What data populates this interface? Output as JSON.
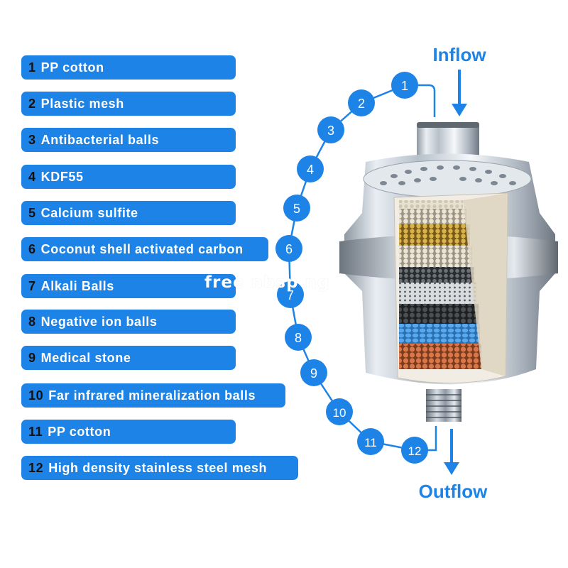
{
  "layers": [
    {
      "num": "1",
      "name": "PP cotton"
    },
    {
      "num": "2",
      "name": "Plastic mesh"
    },
    {
      "num": "3",
      "name": "Antibacterial balls"
    },
    {
      "num": "4",
      "name": "KDF55"
    },
    {
      "num": "5",
      "name": "Calcium sulfite"
    },
    {
      "num": "6",
      "name": "Coconut shell  activated carbon"
    },
    {
      "num": "7",
      "name": "Alkali Balls"
    },
    {
      "num": "8",
      "name": "Negative ion balls"
    },
    {
      "num": "9",
      "name": "Medical stone"
    },
    {
      "num": "10",
      "name": "Far infrared  mineralization balls"
    },
    {
      "num": "11",
      "name": "PP cotton"
    },
    {
      "num": "12",
      "name": "High density  stainless steel mesh"
    }
  ],
  "inflow_label": "Inflow",
  "outflow_label": "Outflow",
  "watermark": "free nbsp ng",
  "colors": {
    "accent": "#1e83e6",
    "circle": "#1e83e6",
    "chain_line": "#1e83e6",
    "text_light": "#ffffff",
    "number_text": "#111111"
  },
  "icons": {
    "inflow": "arrow-down-icon",
    "outflow": "arrow-down-icon"
  }
}
